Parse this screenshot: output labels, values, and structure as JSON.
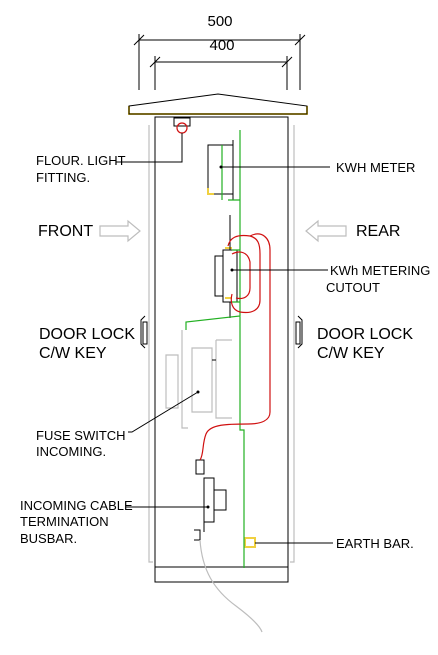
{
  "dimensions": {
    "outer": "500",
    "inner": "400"
  },
  "labels": {
    "flour_light": [
      "FLOUR. LIGHT",
      "FITTING."
    ],
    "kwh_meter": "KWH METER",
    "front": "FRONT",
    "rear": "REAR",
    "kwh_metering_cutout": [
      "KWh METERING",
      "CUTOUT"
    ],
    "door_lock_left": [
      "DOOR LOCK",
      "C/W KEY"
    ],
    "door_lock_right": [
      "DOOR LOCK",
      "C/W KEY"
    ],
    "fuse_switch": [
      "FUSE SWITCH",
      "INCOMING."
    ],
    "incoming_cable": [
      "INCOMING CABLE",
      "TERMINATION",
      "BUSBAR."
    ],
    "earth_bar": "EARTH BAR."
  },
  "colors": {
    "outline": "#000000",
    "cabinet_side": "#bdbdbd",
    "earth_wire": "#22b022",
    "live_wire": "#d01010",
    "roof_trim": "#f0d040"
  }
}
